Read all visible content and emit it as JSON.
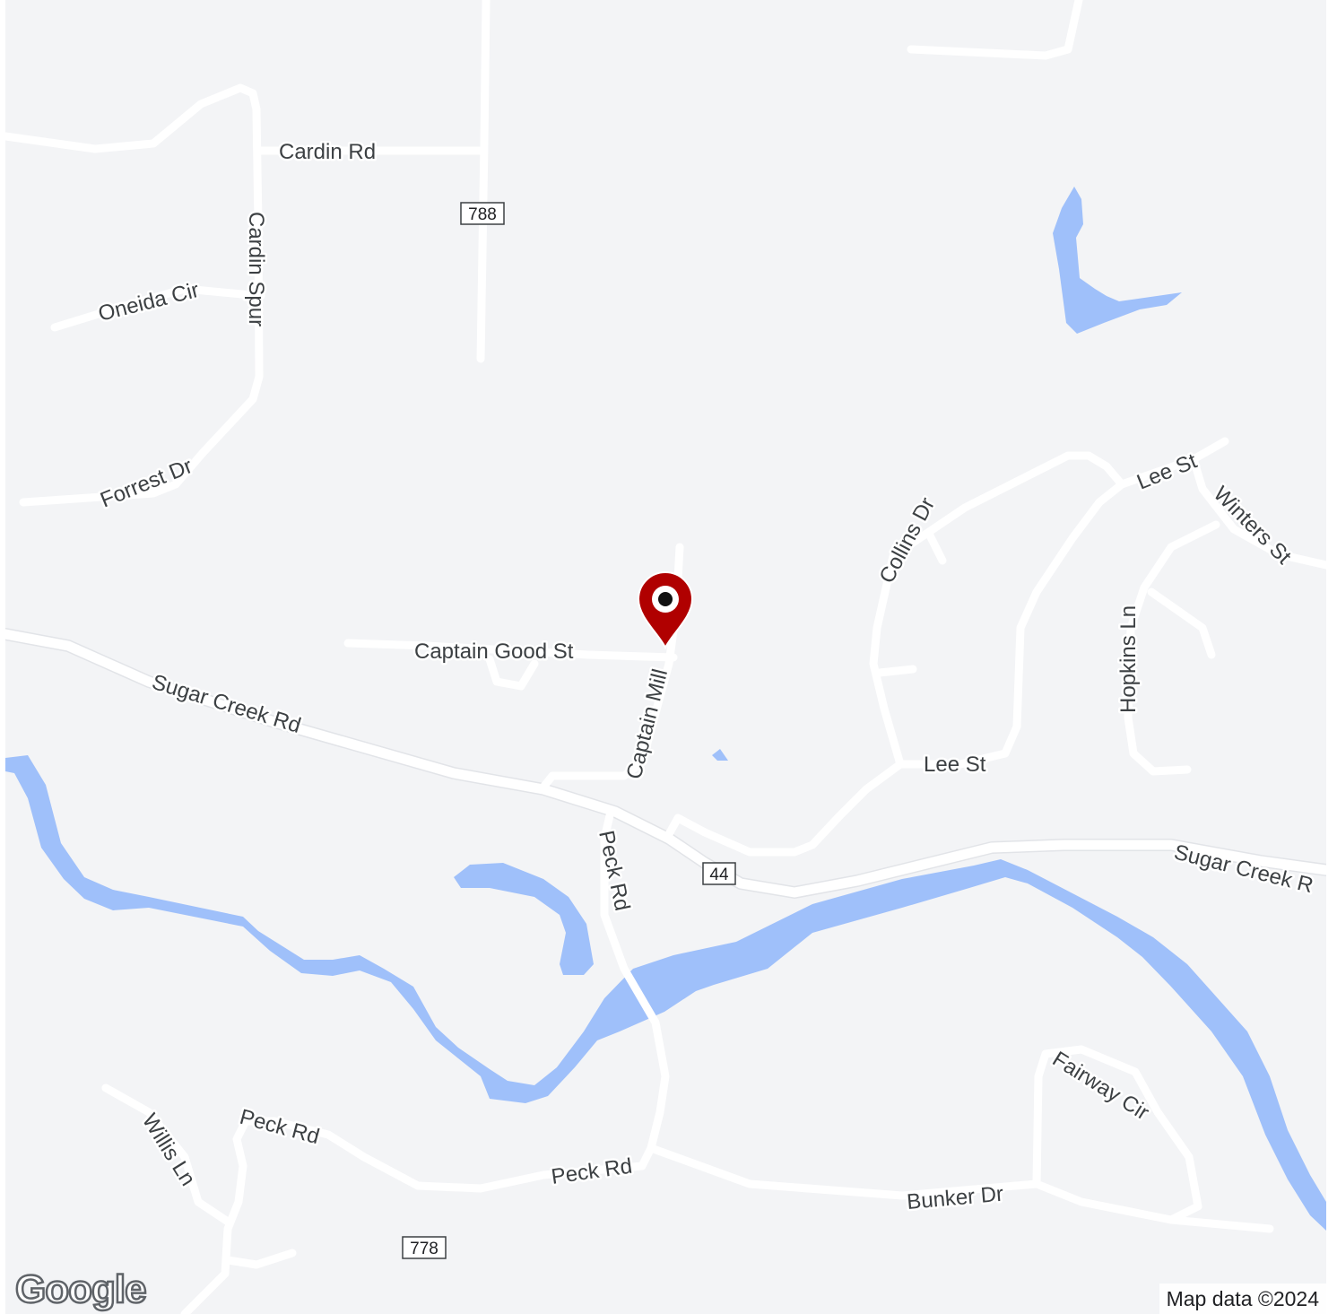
{
  "map": {
    "background": "#f3f4f6",
    "water_color": "#9fc0fa",
    "road_color": "#ffffff",
    "marker_color": "#b00000",
    "marker_icon": "map-pin-icon"
  },
  "labels": {
    "cardin_rd": "Cardin Rd",
    "cardin_spur": "Cardin Spur",
    "oneida_cir": "Oneida Cir",
    "forrest_dr": "Forrest Dr",
    "captain_good_st": "Captain Good St",
    "captain_mill": "Captain Mill",
    "sugar_creek_rd_w": "Sugar Creek Rd",
    "sugar_creek_rd_e": "Sugar Creek R",
    "collins_dr": "Collins Dr",
    "lee_st_n": "Lee St",
    "lee_st_s": "Lee St",
    "winters_st": "Winters St",
    "hopkins_ln": "Hopkins Ln",
    "peck_rd_n": "Peck Rd",
    "peck_rd_w": "Peck Rd",
    "peck_rd_s": "Peck Rd",
    "willis_ln": "Willis Ln",
    "bunker_dr": "Bunker Dr",
    "fairway_cir": "Fairway Cir"
  },
  "shields": {
    "route_788": "788",
    "route_44": "44",
    "route_778": "778"
  },
  "attribution": "Map data ©2024",
  "logo": "Google"
}
